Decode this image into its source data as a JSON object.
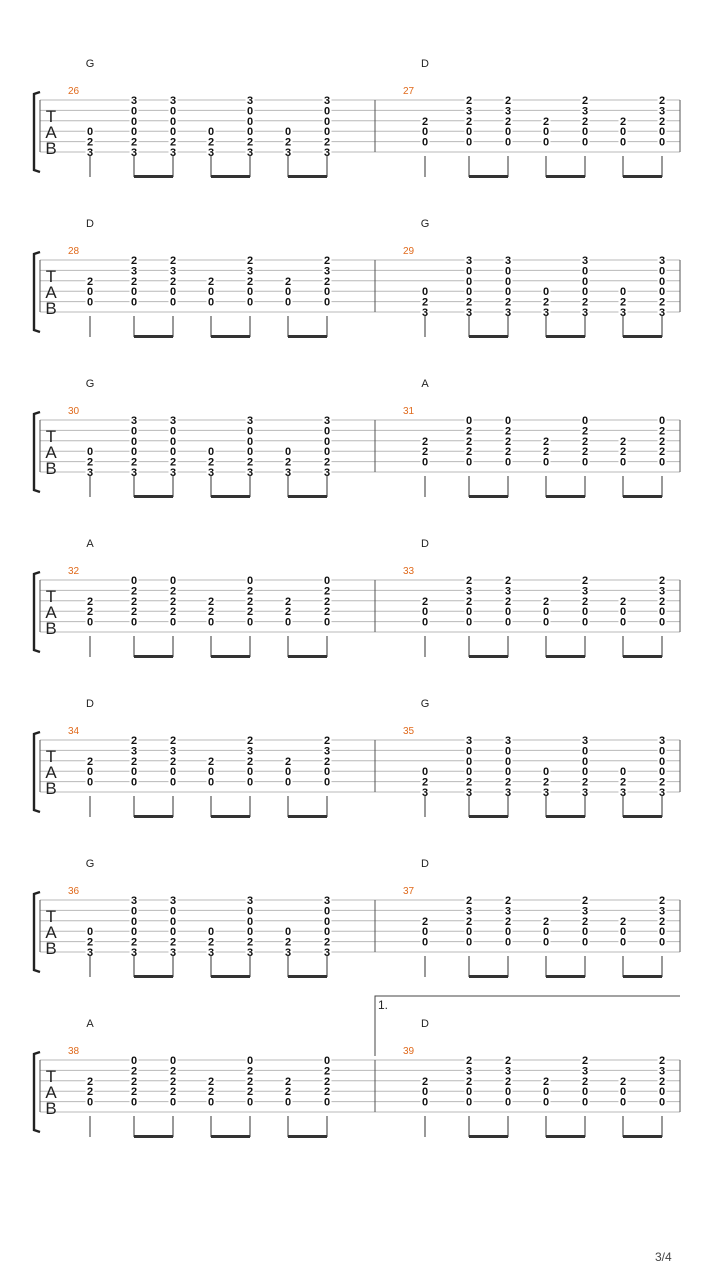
{
  "page": {
    "number": "3/4"
  },
  "tab_clef": [
    "T",
    "A",
    "B"
  ],
  "systems": [
    {
      "measures": [
        {
          "number": "26",
          "chord": "G",
          "pattern": "G"
        },
        {
          "number": "27",
          "chord": "D",
          "pattern": "D"
        }
      ]
    },
    {
      "measures": [
        {
          "number": "28",
          "chord": "D",
          "pattern": "D"
        },
        {
          "number": "29",
          "chord": "G",
          "pattern": "G"
        }
      ]
    },
    {
      "measures": [
        {
          "number": "30",
          "chord": "G",
          "pattern": "G"
        },
        {
          "number": "31",
          "chord": "A",
          "pattern": "A"
        }
      ]
    },
    {
      "measures": [
        {
          "number": "32",
          "chord": "A",
          "pattern": "A"
        },
        {
          "number": "33",
          "chord": "D",
          "pattern": "D"
        }
      ]
    },
    {
      "measures": [
        {
          "number": "34",
          "chord": "D",
          "pattern": "D"
        },
        {
          "number": "35",
          "chord": "G",
          "pattern": "G"
        }
      ]
    },
    {
      "measures": [
        {
          "number": "36",
          "chord": "G",
          "pattern": "G"
        },
        {
          "number": "37",
          "chord": "D",
          "pattern": "D"
        }
      ]
    },
    {
      "measures": [
        {
          "number": "38",
          "chord": "A",
          "pattern": "A"
        },
        {
          "number": "39",
          "chord": "D",
          "pattern": "D",
          "volta": "1."
        }
      ]
    }
  ],
  "patterns": {
    "G": [
      {
        "strings": [
          null,
          null,
          null,
          "0",
          "2",
          "3"
        ]
      },
      {
        "strings": [
          "3",
          "0",
          "0",
          "0",
          "2",
          "3"
        ]
      },
      {
        "strings": [
          "3",
          "0",
          "0",
          "0",
          "2",
          "3"
        ]
      },
      {
        "strings": [
          null,
          null,
          null,
          "0",
          "2",
          "3"
        ]
      },
      {
        "strings": [
          "3",
          "0",
          "0",
          "0",
          "2",
          "3"
        ]
      },
      {
        "strings": [
          null,
          null,
          null,
          "0",
          "2",
          "3"
        ]
      },
      {
        "strings": [
          "3",
          "0",
          "0",
          "0",
          "2",
          "3"
        ]
      }
    ],
    "D": [
      {
        "strings": [
          null,
          null,
          "2",
          "0",
          "0",
          null
        ]
      },
      {
        "strings": [
          "2",
          "3",
          "2",
          "0",
          "0",
          null
        ]
      },
      {
        "strings": [
          "2",
          "3",
          "2",
          "0",
          "0",
          null
        ]
      },
      {
        "strings": [
          null,
          null,
          "2",
          "0",
          "0",
          null
        ]
      },
      {
        "strings": [
          "2",
          "3",
          "2",
          "0",
          "0",
          null
        ]
      },
      {
        "strings": [
          null,
          null,
          "2",
          "0",
          "0",
          null
        ]
      },
      {
        "strings": [
          "2",
          "3",
          "2",
          "0",
          "0",
          null
        ]
      }
    ],
    "A": [
      {
        "strings": [
          null,
          null,
          "2",
          "2",
          "0",
          null
        ]
      },
      {
        "strings": [
          "0",
          "2",
          "2",
          "2",
          "0",
          null
        ]
      },
      {
        "strings": [
          "0",
          "2",
          "2",
          "2",
          "0",
          null
        ]
      },
      {
        "strings": [
          null,
          null,
          "2",
          "2",
          "0",
          null
        ]
      },
      {
        "strings": [
          "0",
          "2",
          "2",
          "2",
          "0",
          null
        ]
      },
      {
        "strings": [
          null,
          null,
          "2",
          "2",
          "0",
          null
        ]
      },
      {
        "strings": [
          "0",
          "2",
          "2",
          "2",
          "0",
          null
        ]
      }
    ]
  }
}
